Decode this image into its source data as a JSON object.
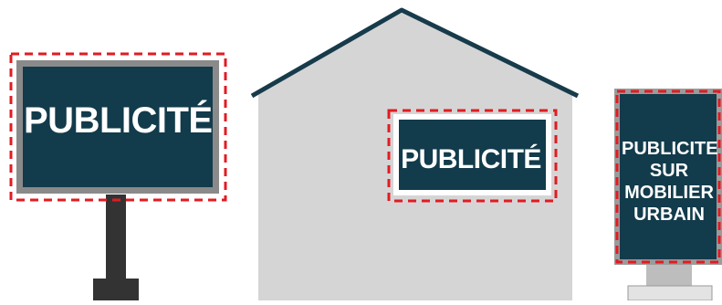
{
  "signs": {
    "billboard": {
      "label": "PUBLICITÉ"
    },
    "wall_sign": {
      "label": "PUBLICITÉ"
    },
    "urban_furniture": {
      "lines": [
        "PUBLICITE",
        "SUR",
        "MOBILIER",
        "URBAIN"
      ]
    }
  },
  "colors": {
    "panel_navy": "#123b4b",
    "frame_gray": "#8a8a8a",
    "wall_gray": "#d5d5d5",
    "roof_line": "#173b4b",
    "dash_red": "#e21b22",
    "post_dark": "#333333"
  }
}
